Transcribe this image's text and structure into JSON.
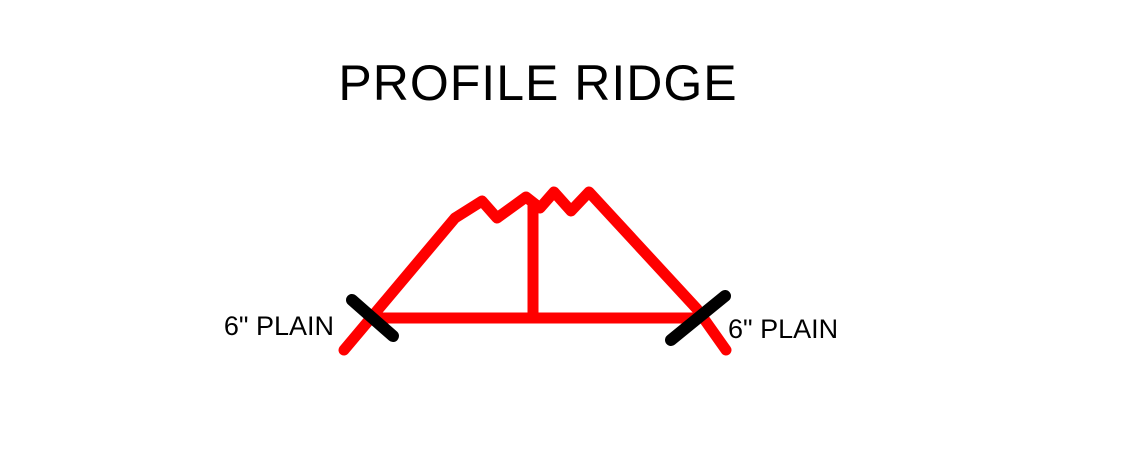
{
  "diagram": {
    "title": "PROFILE RIDGE",
    "labels": {
      "left": "6\" PLAIN",
      "right": "6\" PLAIN"
    },
    "colors": {
      "profile": "#ff0000",
      "cut_marks": "#000000",
      "text": "#000000",
      "background": "#ffffff"
    }
  }
}
